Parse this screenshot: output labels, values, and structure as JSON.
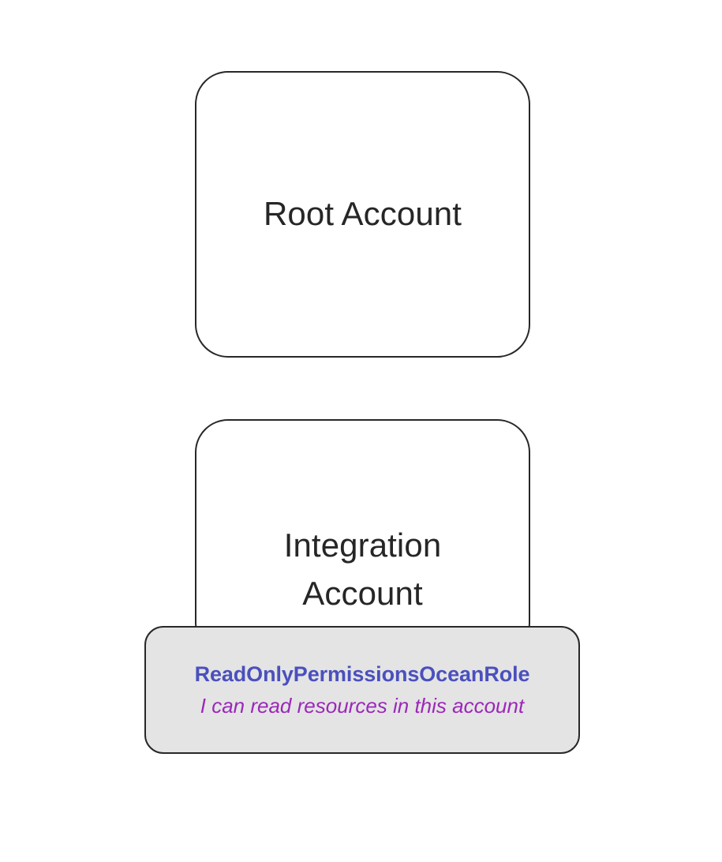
{
  "diagram": {
    "background_color": "#ffffff",
    "accounts": [
      {
        "id": "root-account",
        "label": "Root Account",
        "fill": "#ffffff",
        "stroke": "#28282b"
      },
      {
        "id": "integration-account",
        "label": "Integration\nAccount",
        "fill": "#ffffff",
        "stroke": "#28282b"
      }
    ],
    "role_card": {
      "id": "readonly-permissions-ocean-role",
      "title": "ReadOnlyPermissionsOceanRole",
      "title_color": "#4a50bd",
      "subtitle": "I can read resources in this account",
      "subtitle_color": "#9b28b8",
      "fill": "#e4e4e4",
      "stroke": "#28282b"
    }
  }
}
